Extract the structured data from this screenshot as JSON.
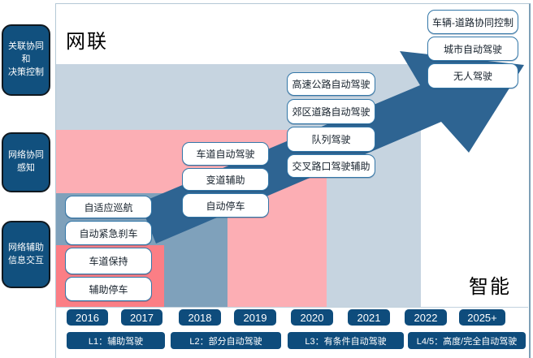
{
  "titles": {
    "top_left": "网联",
    "bottom_right": "智能"
  },
  "sidebar": {
    "items": [
      {
        "label": "关联协同\n和\n决策控制"
      },
      {
        "label": "网络协同\n感知"
      },
      {
        "label": "网络辅助\n信息交互"
      }
    ]
  },
  "features": {
    "g1": [
      "自适应巡航",
      "自动紧急刹车",
      "车道保持",
      "辅助停车"
    ],
    "g2": [
      "车道自动驾驶",
      "变道辅助",
      "自动停车"
    ],
    "g3": [
      "高速公路自动驾驶",
      "郊区道路自动驾驶",
      "队列驾驶",
      "交叉路口驾驶辅助"
    ],
    "g4": [
      "车辆-道路协同控制",
      "城市自动驾驶",
      "无人驾驶"
    ]
  },
  "timeline": {
    "years": [
      "2016",
      "2017",
      "2018",
      "2019",
      "2020",
      "2021",
      "2022",
      "2025+"
    ]
  },
  "levels": [
    "L1：辅助驾驶",
    "L2：部分自动驾驶",
    "L3：有条件自动驾驶",
    "L4/5：高度/完全自动驾驶"
  ],
  "colors": {
    "arrow_navy": "#2e6492",
    "slate_blue": "#7fa1bb",
    "light_gray_blue": "#c6d4e0",
    "pink": "#fcaeb4",
    "red": "#fb7e85",
    "chip_navy": "#0e4c7c",
    "sidebar_navy": "#11507e",
    "box_border_blue": "#3377a8"
  }
}
